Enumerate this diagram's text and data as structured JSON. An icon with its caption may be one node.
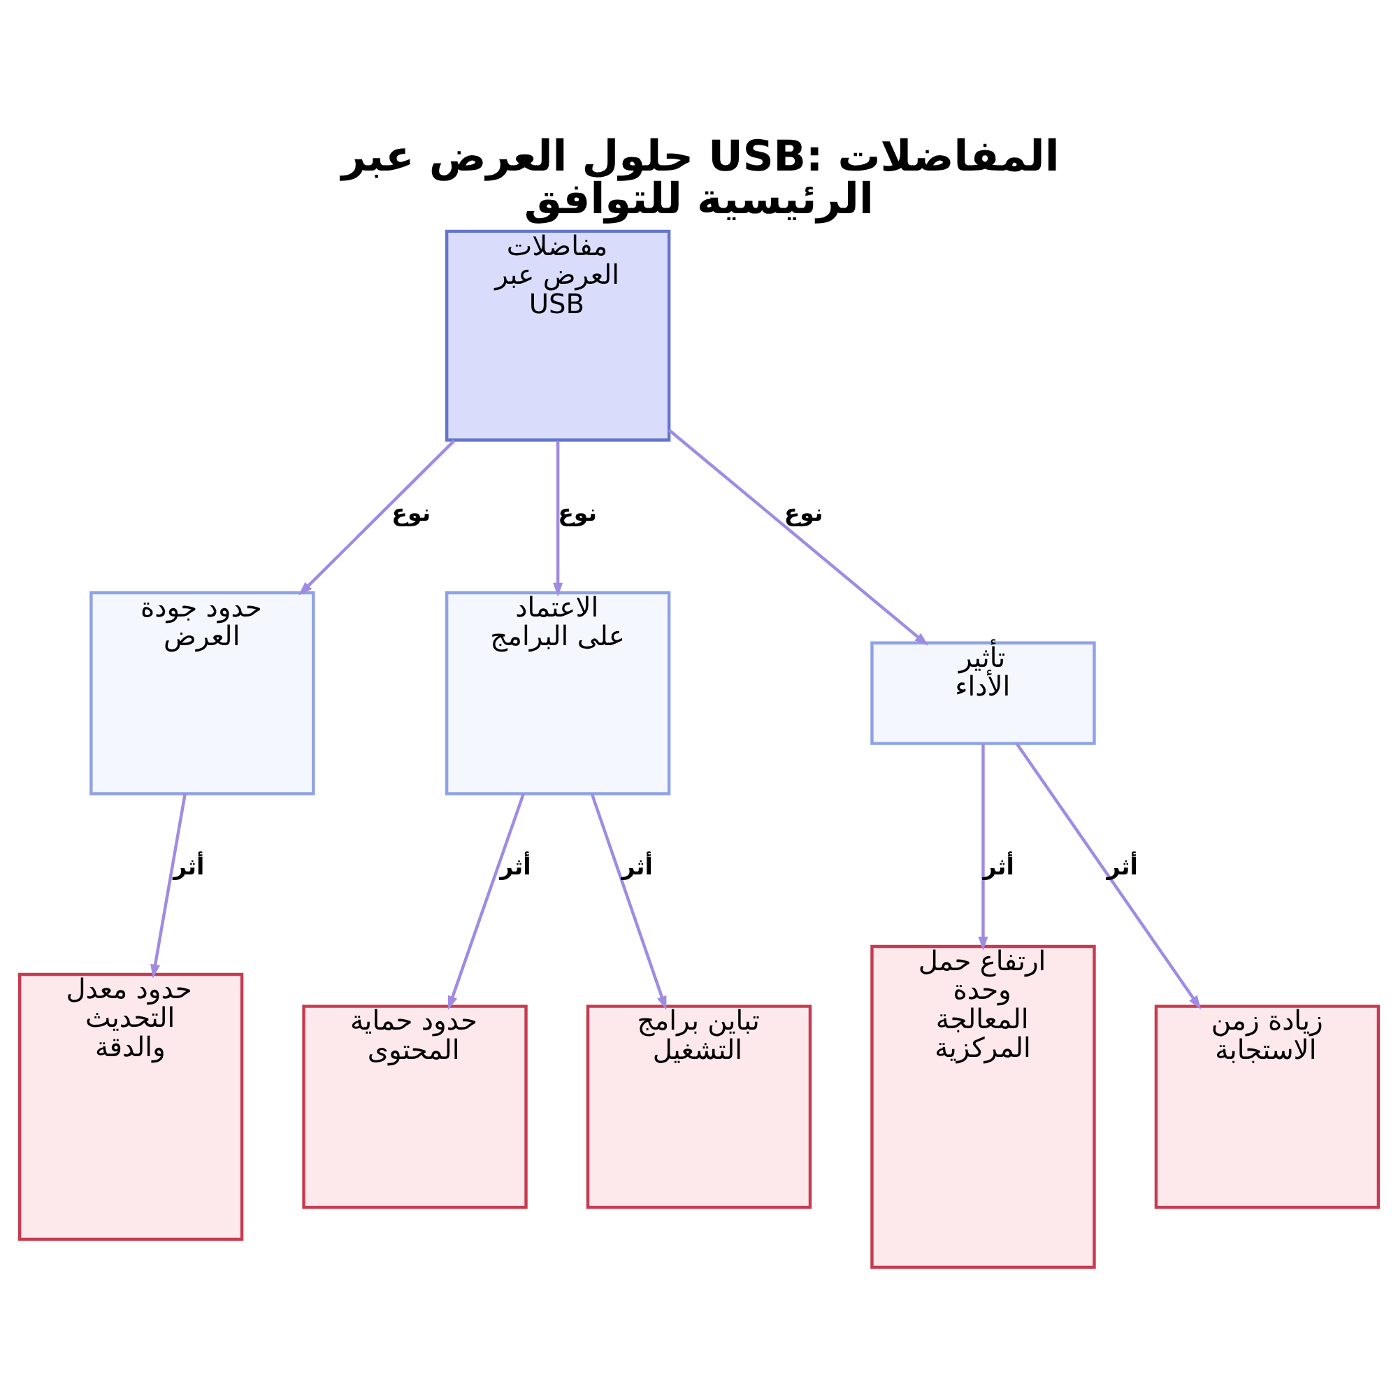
{
  "diagram": {
    "title": "حلول العرض عبر USB: المفاضلات الرئيسية للتوافق",
    "nodes": [
      {
        "text": [
          "مفاضلات العرض عبر USB"
        ]
      },
      {
        "text": [
          "حدود جودة العرض"
        ]
      },
      {
        "text": [
          "الاعتماد على البرامج"
        ]
      },
      {
        "text": [
          "تأثير الأداء"
        ]
      },
      {
        "text": [
          "حدود معدل التحديث والدقة"
        ]
      },
      {
        "text": [
          "حدود حماية المحتوى"
        ]
      },
      {
        "text": [
          "تباين برامج التشغيل"
        ]
      },
      {
        "text": [
          "ارتفاع حمل وحدة المعالجة المركزية"
        ]
      },
      {
        "text": [
          "زيادة زمن الاستجابة"
        ]
      }
    ],
    "edges": [
      {
        "from": 0,
        "to": 1,
        "arrow": "to",
        "label": "نوع"
      },
      {
        "from": 0,
        "to": 2,
        "arrow": "to",
        "label": "نوع"
      },
      {
        "from": 0,
        "to": 3,
        "arrow": "to",
        "label": "نوع"
      },
      {
        "from": 1,
        "to": 4,
        "arrow": "to",
        "label": "أثر"
      },
      {
        "from": 2,
        "to": 5,
        "arrow": "to",
        "label": "أثر"
      },
      {
        "from": 2,
        "to": 6,
        "arrow": "to",
        "label": "أثر"
      },
      {
        "from": 3,
        "to": 7,
        "arrow": "to",
        "label": "أثر"
      },
      {
        "from": 3,
        "to": 8,
        "arrow": "to",
        "label": "أثر"
      }
    ]
  }
}
